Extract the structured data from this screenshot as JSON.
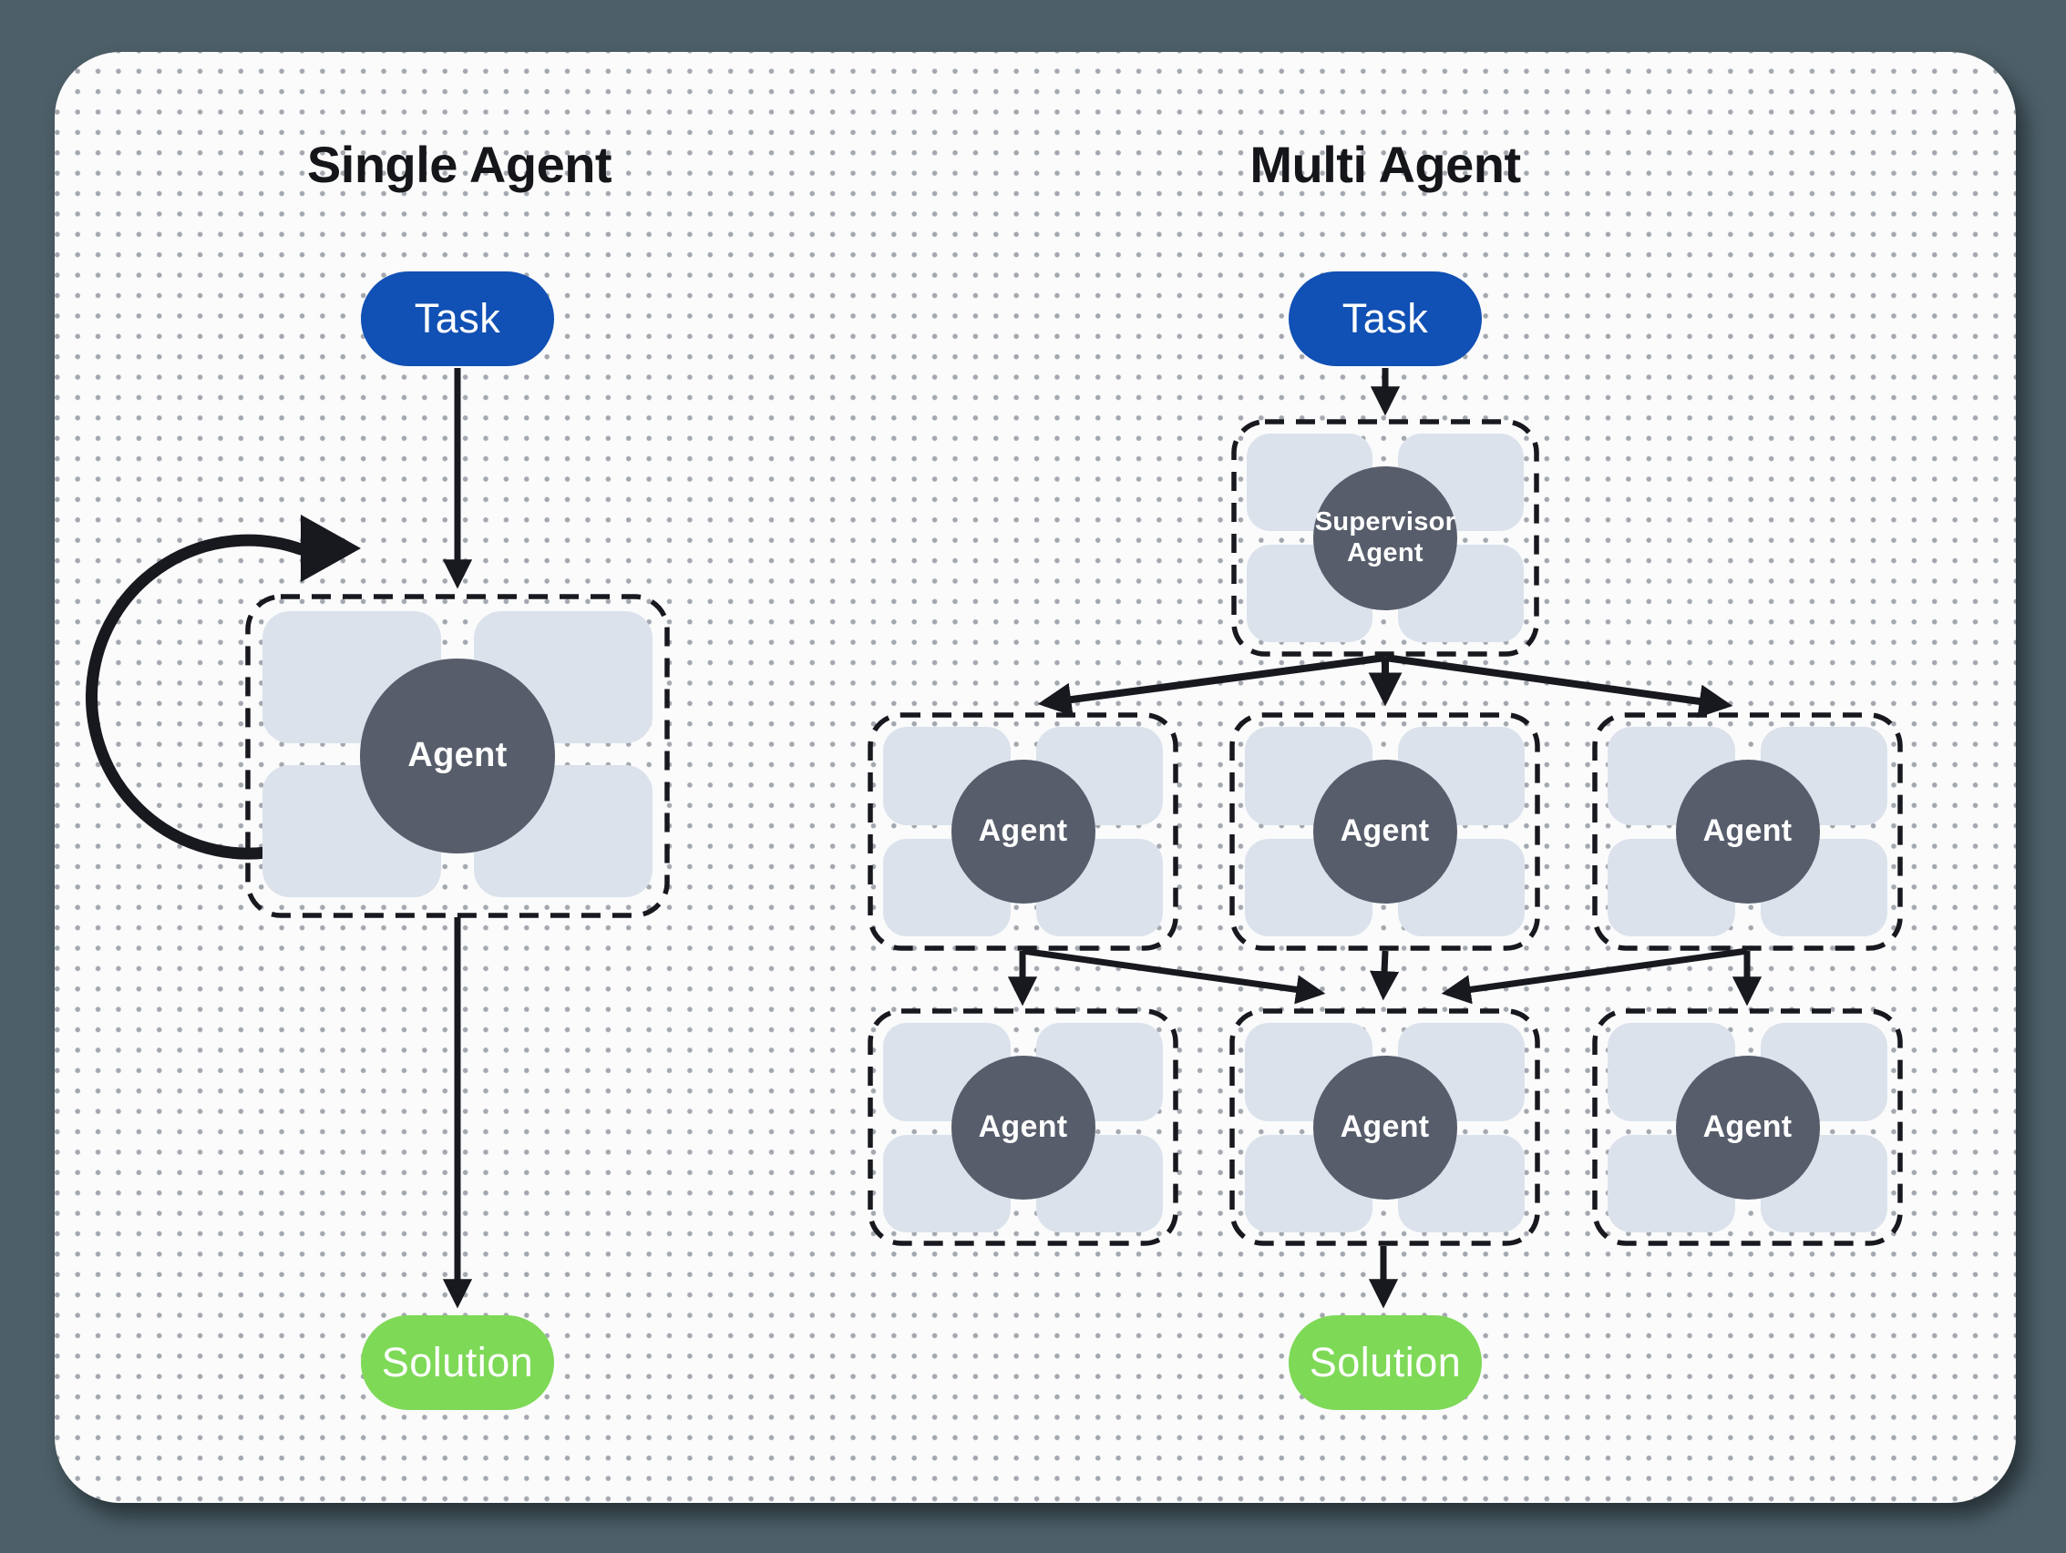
{
  "colors": {
    "canvas_bg": "#4d5f68",
    "card_bg": "#fbfbfc",
    "dot": "#8c9198",
    "line": "#17191e",
    "task_blue": "#1150b4",
    "solution_green": "#7ed957",
    "agent_dark": "#575d6b",
    "tile": "#dbe2ec",
    "title_text": "#15161a",
    "pill_text": "#ffffff"
  },
  "single_agent": {
    "title": "Single Agent",
    "task_label": "Task",
    "agent_label": "Agent",
    "solution_label": "Solution"
  },
  "multi_agent": {
    "title": "Multi Agent",
    "task_label": "Task",
    "supervisor_label_line1": "Supervisor",
    "supervisor_label_line2": "Agent",
    "workers_row1": [
      "Agent",
      "Agent",
      "Agent"
    ],
    "workers_row2": [
      "Agent",
      "Agent",
      "Agent"
    ],
    "solution_label": "Solution"
  }
}
